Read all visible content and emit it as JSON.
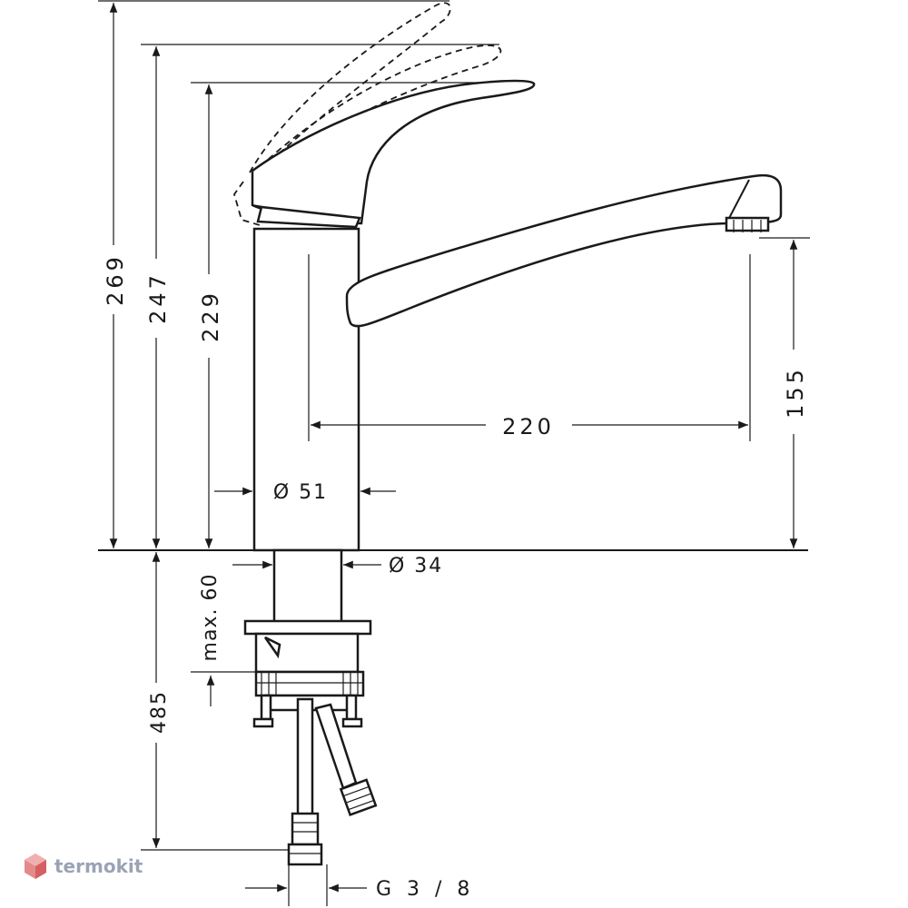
{
  "dimensions": {
    "height_lever_open": "269",
    "height_lever_mid": "247",
    "height_lever_closed": "229",
    "spout_reach": "220",
    "spout_height": "155",
    "body_diameter": "Ø 51",
    "shank_diameter": "Ø 34",
    "max_deck_thickness": "max. 60",
    "hose_length": "485",
    "connection_thread": "G 3 / 8"
  },
  "watermark": {
    "text": "termokit",
    "logo_icon": "cube-logo-icon"
  },
  "colors": {
    "line": "#1a1a1a",
    "watermark_text": "#9aa3b5",
    "watermark_logo": "#e06b6b"
  }
}
